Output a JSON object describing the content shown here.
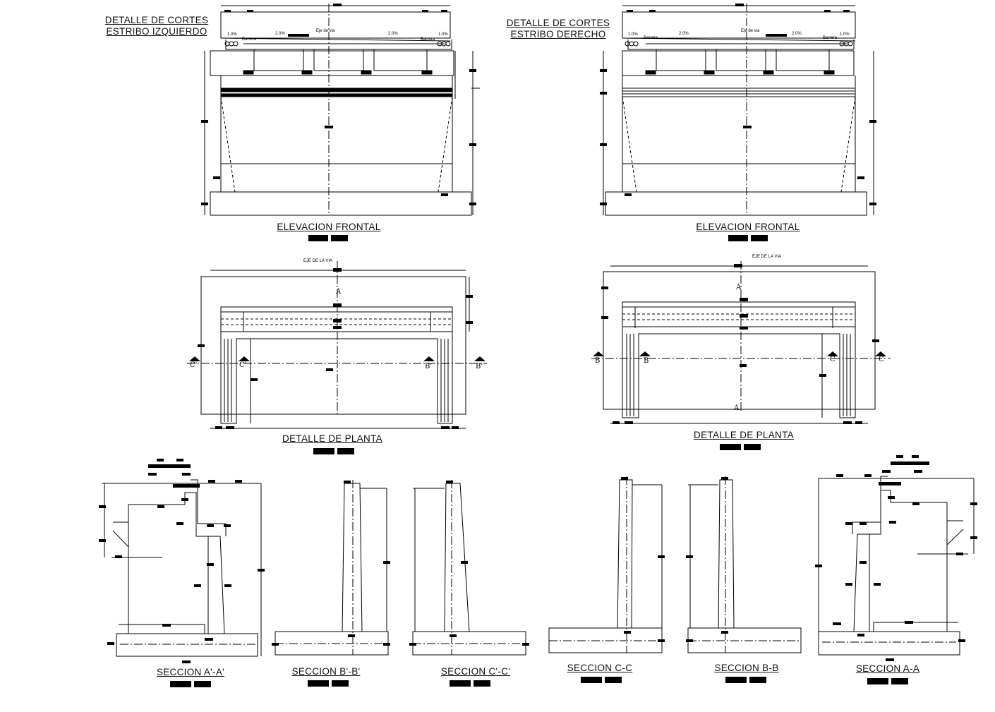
{
  "sheet": {
    "left_header": [
      "DETALLE DE CORTES",
      "ESTRIBO IZQUIERDO"
    ],
    "right_header": [
      "DETALLE DE CORTES",
      "ESTRIBO DERECHO"
    ]
  },
  "views": {
    "elev_left": "ELEVACION FRONTAL",
    "elev_right": "ELEVACION FRONTAL",
    "plan_left": "DETALLE DE PLANTA",
    "plan_right": "DETALLE DE PLANTA",
    "sec_a1": "SECCION A'-A'",
    "sec_b1": "SECCION B'-B'",
    "sec_c1": "SECCION C'-C'",
    "sec_c": "SECCION C-C",
    "sec_b": "SECCION B-B",
    "sec_a": "SECCION A-A"
  },
  "annotations": {
    "eje_via": "EJE DE LA VIA",
    "eje_via_short": "Eje de via",
    "barrera": "Barrera",
    "pct_a": "2.0%",
    "pct_b": "1.0%",
    "cut_c1": "C'",
    "cut_b1": "B'",
    "cut_b": "B",
    "cut_c": "C",
    "cut_a": "A"
  },
  "colors": {
    "line": "#000000",
    "paper": "#ffffff"
  }
}
